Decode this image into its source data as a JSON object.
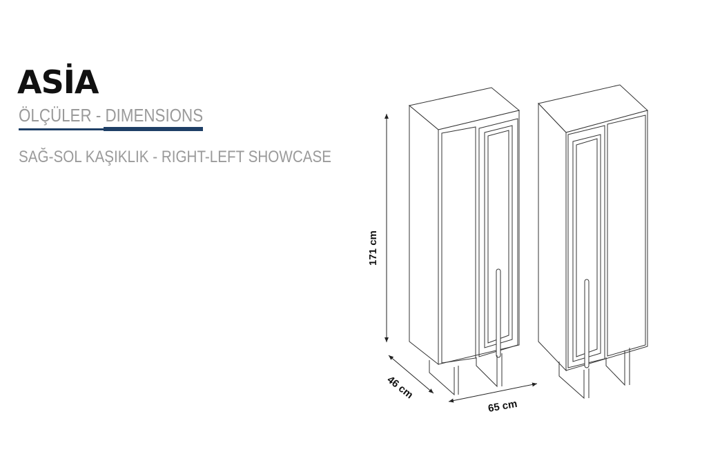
{
  "header": {
    "brand": "ASİA",
    "subtitle": "ÖLÇÜLER - DIMENSIONS",
    "description": "SAĞ-SOL KAŞIKLIK - RIGHT-LEFT SHOWCASE"
  },
  "dimensions": {
    "height": "171 cm",
    "depth": "46 cm",
    "width": "65 cm"
  },
  "colors": {
    "accent": "#1e3f66",
    "subtitle_gray": "#9a9a9a"
  }
}
